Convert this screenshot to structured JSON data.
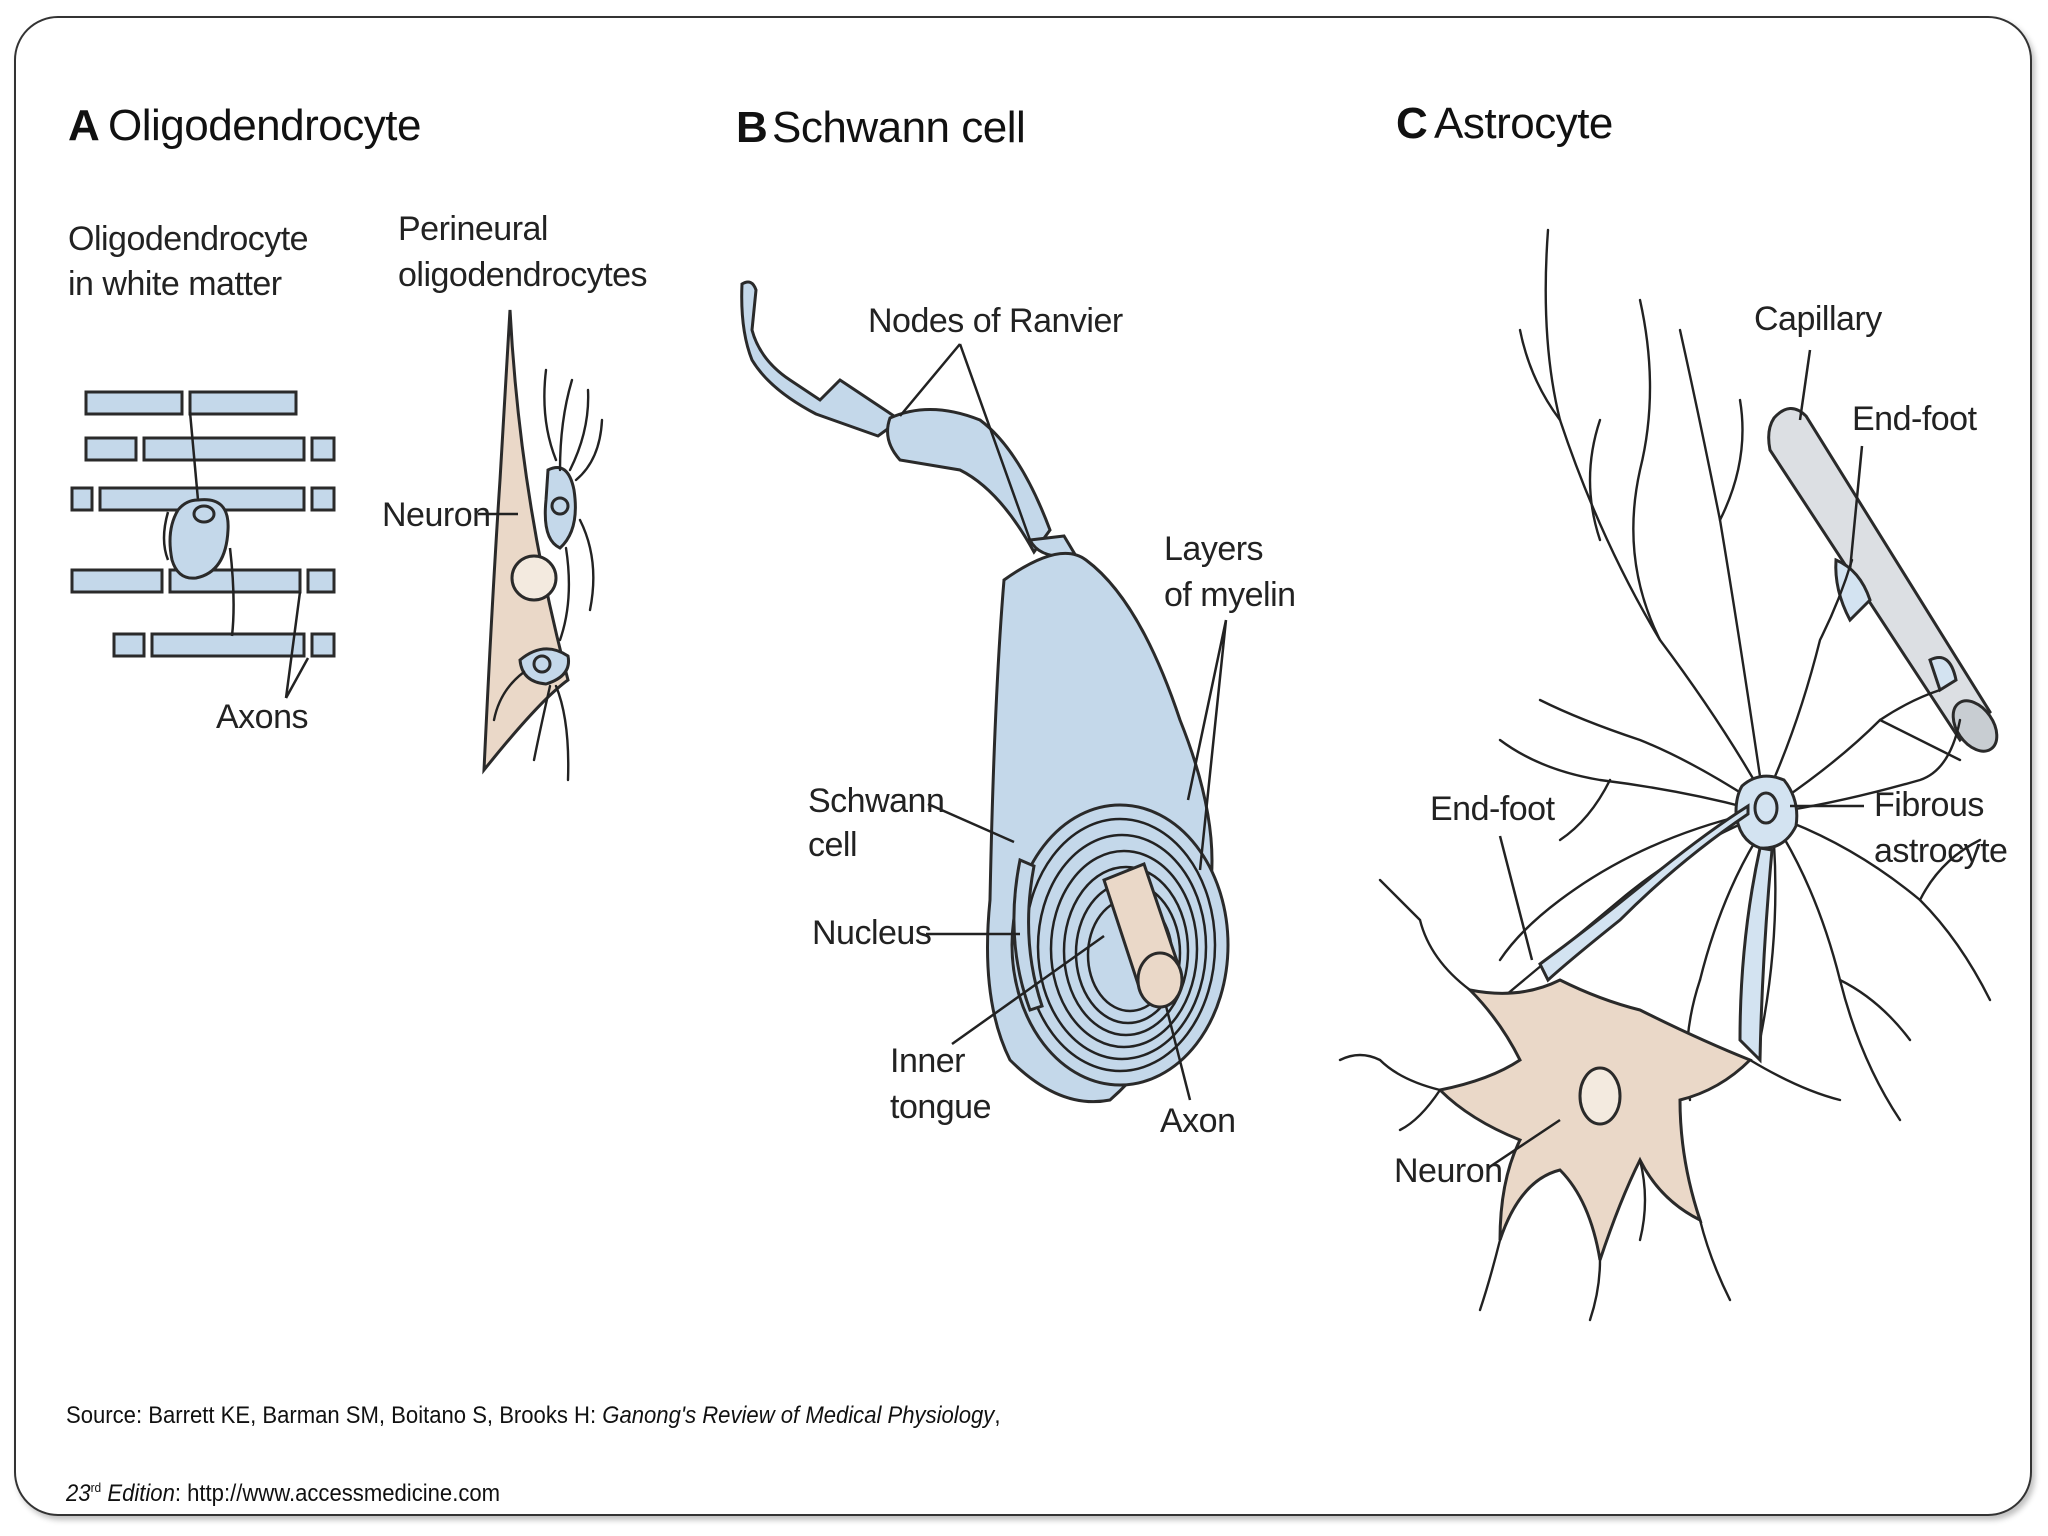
{
  "panels": {
    "a": {
      "letter": "A",
      "title": "Oligodendrocyte",
      "sub_left_1": "Oligodendrocyte",
      "sub_left_2": "in white matter",
      "sub_right_1": "Perineural",
      "sub_right_2": "oligodendrocytes",
      "neuron": "Neuron",
      "axons": "Axons"
    },
    "b": {
      "letter": "B",
      "title": "Schwann cell",
      "nodes": "Nodes of Ranvier",
      "layers_1": "Layers",
      "layers_2": "of myelin",
      "schwann_1": "Schwann",
      "schwann_2": "cell",
      "nucleus": "Nucleus",
      "inner_1": "Inner",
      "inner_2": "tongue",
      "axon": "Axon"
    },
    "c": {
      "letter": "C",
      "title": "Astrocyte",
      "capillary": "Capillary",
      "endfoot_top": "End-foot",
      "endfoot_left": "End-foot",
      "fibrous_1": "Fibrous",
      "fibrous_2": "astrocyte",
      "neuron": "Neuron"
    }
  },
  "source": {
    "prefix": "Source: Barrett KE, Barman SM, Boitano S, Brooks H: ",
    "book": "Ganong's Review of Medical Physiology",
    "comma": ",",
    "edition_num": "23",
    "edition_sup": "rd",
    "edition_word": " Edition",
    "url": ": http://www.accessmedicine.com"
  },
  "colors": {
    "glia_blue": "#c4d8ea",
    "neuron_tan": "#ead8c8",
    "outline": "#2a2a2a"
  }
}
